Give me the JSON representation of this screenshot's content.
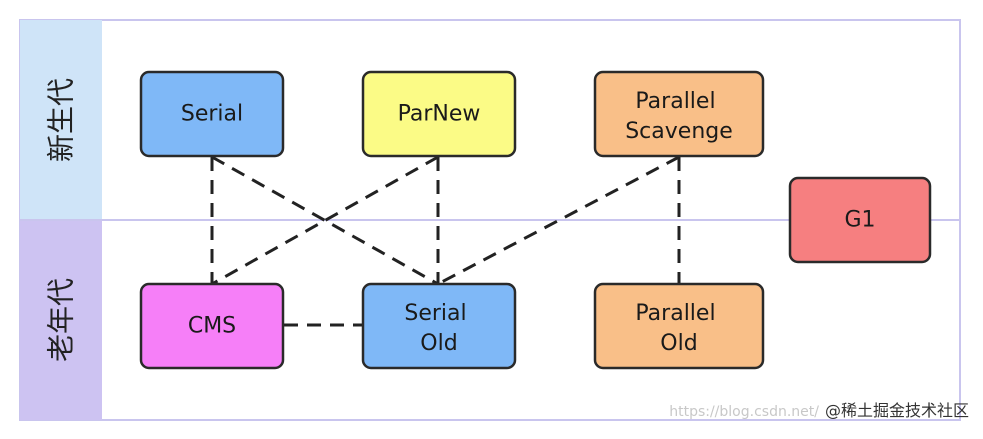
{
  "generations": {
    "young": "新生代",
    "old": "老年代"
  },
  "collectors": {
    "serial": "Serial",
    "parnew": "ParNew",
    "parallel_scavenge": [
      "Parallel",
      "Scavenge"
    ],
    "g1": "G1",
    "cms": "CMS",
    "serial_old": [
      "Serial",
      "Old"
    ],
    "parallel_old": [
      "Parallel",
      "Old"
    ]
  },
  "watermark": {
    "faint": "https://blog.csdn.net/",
    "text": "@稀土掘金技术社区"
  },
  "colors": {
    "young_band": "#cfe4f8",
    "old_band": "#cdc3f2",
    "border": "#c9c5ee",
    "serial": "#7fb8f7",
    "parnew": "#fbfb86",
    "parallel": "#f9bf88",
    "g1": "#f67f80",
    "cms": "#f67ff8",
    "serial_old": "#7fb8f7"
  }
}
